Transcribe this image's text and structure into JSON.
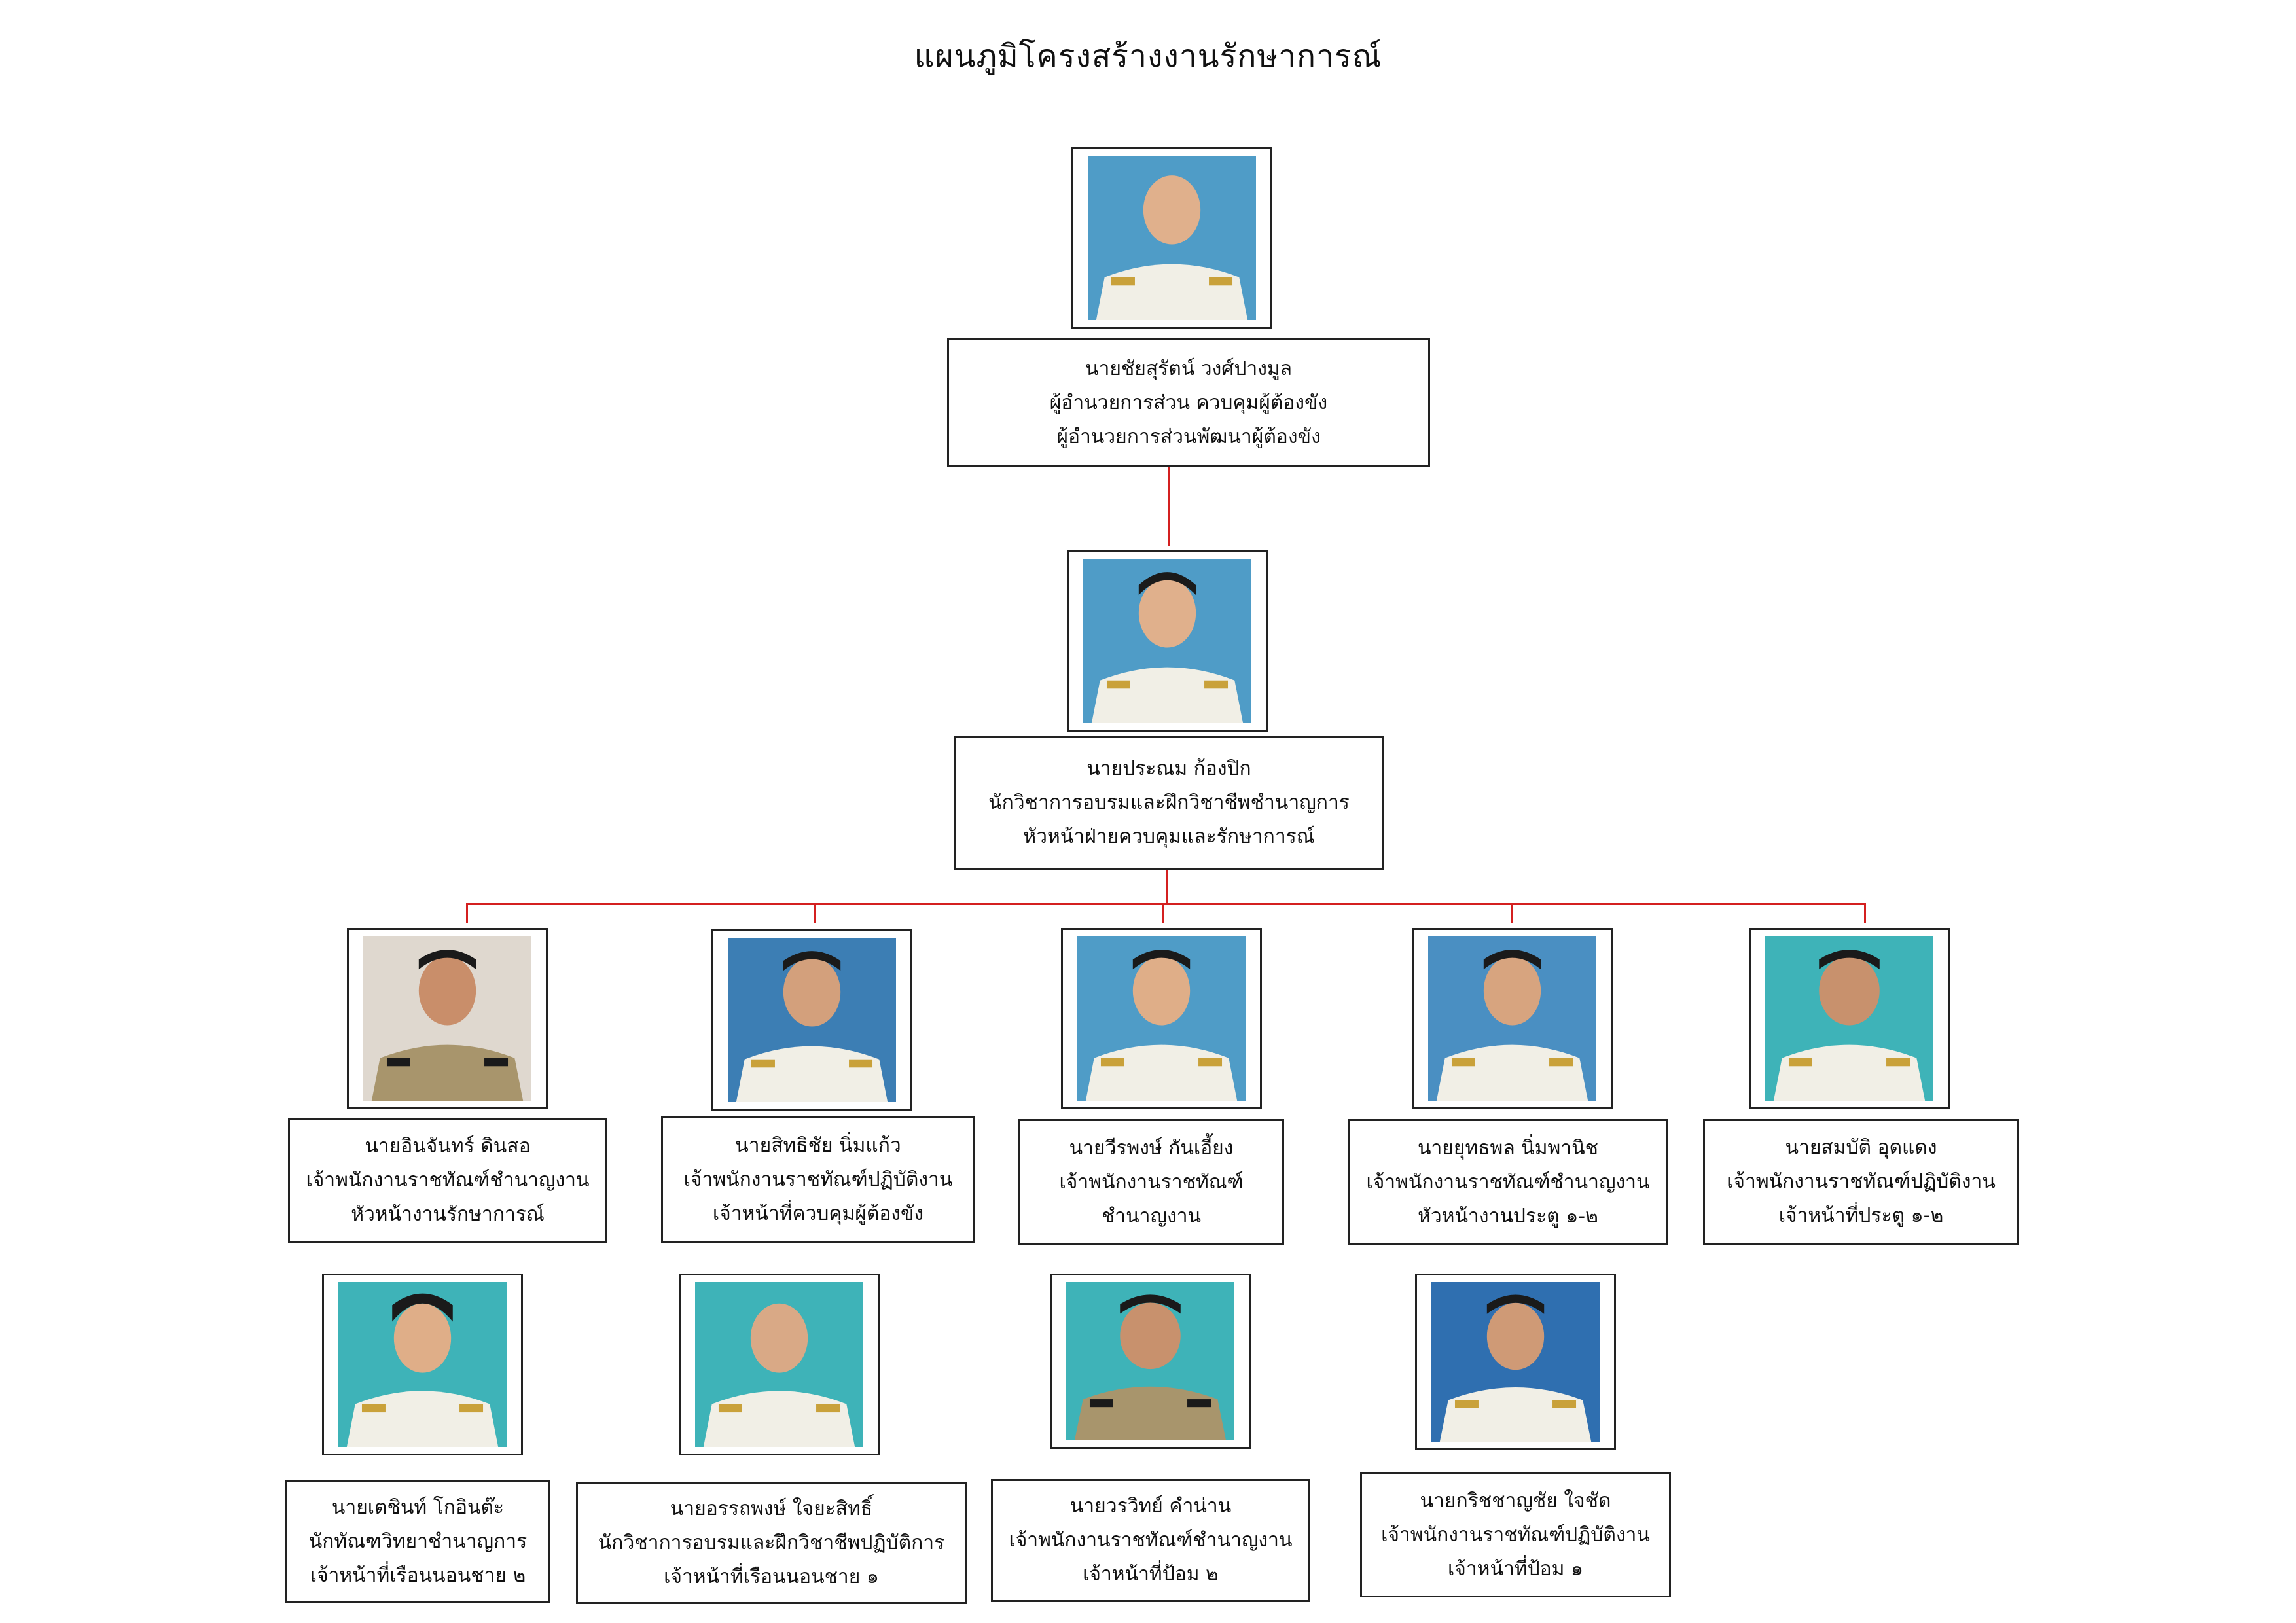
{
  "title": "แผนภูมิโครงสร้างงานรักษาการณ์",
  "colors": {
    "connector": "#d42020",
    "border": "#222222",
    "photo_bg_blue": "#4f9cc7",
    "photo_bg_teal": "#3eb3b8",
    "uniform_white": "#f1efe6",
    "uniform_khaki": "#a8956c"
  },
  "top": {
    "name": "นายชัยสุรัตน์  วงศ์ปางมูล",
    "role1": "ผู้อำนวยการส่วน ควบคุมผู้ต้องขัง",
    "role2": "ผู้อำนวยการส่วนพัฒนาผู้ต้องขัง"
  },
  "head": {
    "name": "นายประณม  ก้องปิก",
    "role1": "นักวิชาการอบรมและฝึกวิชาชีพชำนาญการ",
    "role2": "หัวหน้าฝ่ายควบคุมและรักษาการณ์"
  },
  "row1": [
    {
      "name": "นายอินจันทร์  ดินสอ",
      "role1": "เจ้าพนักงานราชทัณฑ์ชำนาญงาน",
      "role2": "หัวหน้างานรักษาการณ์"
    },
    {
      "name": "นายสิทธิชัย นิ่มแก้ว",
      "role1": "เจ้าพนักงานราชทัณฑ์ปฏิบัติงาน",
      "role2": "เจ้าหน้าที่ควบคุมผู้ต้องขัง"
    },
    {
      "name": "นายวีรพงษ์ กันเอี้ยง",
      "role1": "เจ้าพนักงานราชทัณฑ์",
      "role2": "ชำนาญงาน"
    },
    {
      "name": "นายยุทธพล นิ่มพานิช",
      "role1": "เจ้าพนักงานราชทัณฑ์ชำนาญงาน",
      "role2": "หัวหน้างานประตู ๑-๒"
    },
    {
      "name": "นายสมบัติ อุดแดง",
      "role1": "เจ้าพนักงานราชทัณฑ์ปฏิบัติงาน",
      "role2": "เจ้าหน้าที่ประตู ๑-๒"
    }
  ],
  "row2": [
    {
      "name": "นายเตชินท์ โกอินต๊ะ",
      "role1": "นักทัณฑวิทยาชำนาญการ",
      "role2": "เจ้าหน้าที่เรือนนอนชาย ๒"
    },
    {
      "name": "นายอรรถพงษ์ ใจยะสิทธิ์",
      "role1": "นักวิชาการอบรมและฝึกวิชาชีพปฏิบัติการ",
      "role2": "เจ้าหน้าที่เรือนนอนชาย ๑"
    },
    {
      "name": "นายวรวิทย์ คำน่าน",
      "role1": "เจ้าพนักงานราชทัณฑ์ชำนาญงาน",
      "role2": "เจ้าหน้าที่ป้อม ๒"
    },
    {
      "name": "นายกริชชาญชัย ใจชัด",
      "role1": "เจ้าพนักงานราชทัณฑ์ปฏิบัติงาน",
      "role2": "เจ้าหน้าที่ป้อม ๑"
    }
  ]
}
